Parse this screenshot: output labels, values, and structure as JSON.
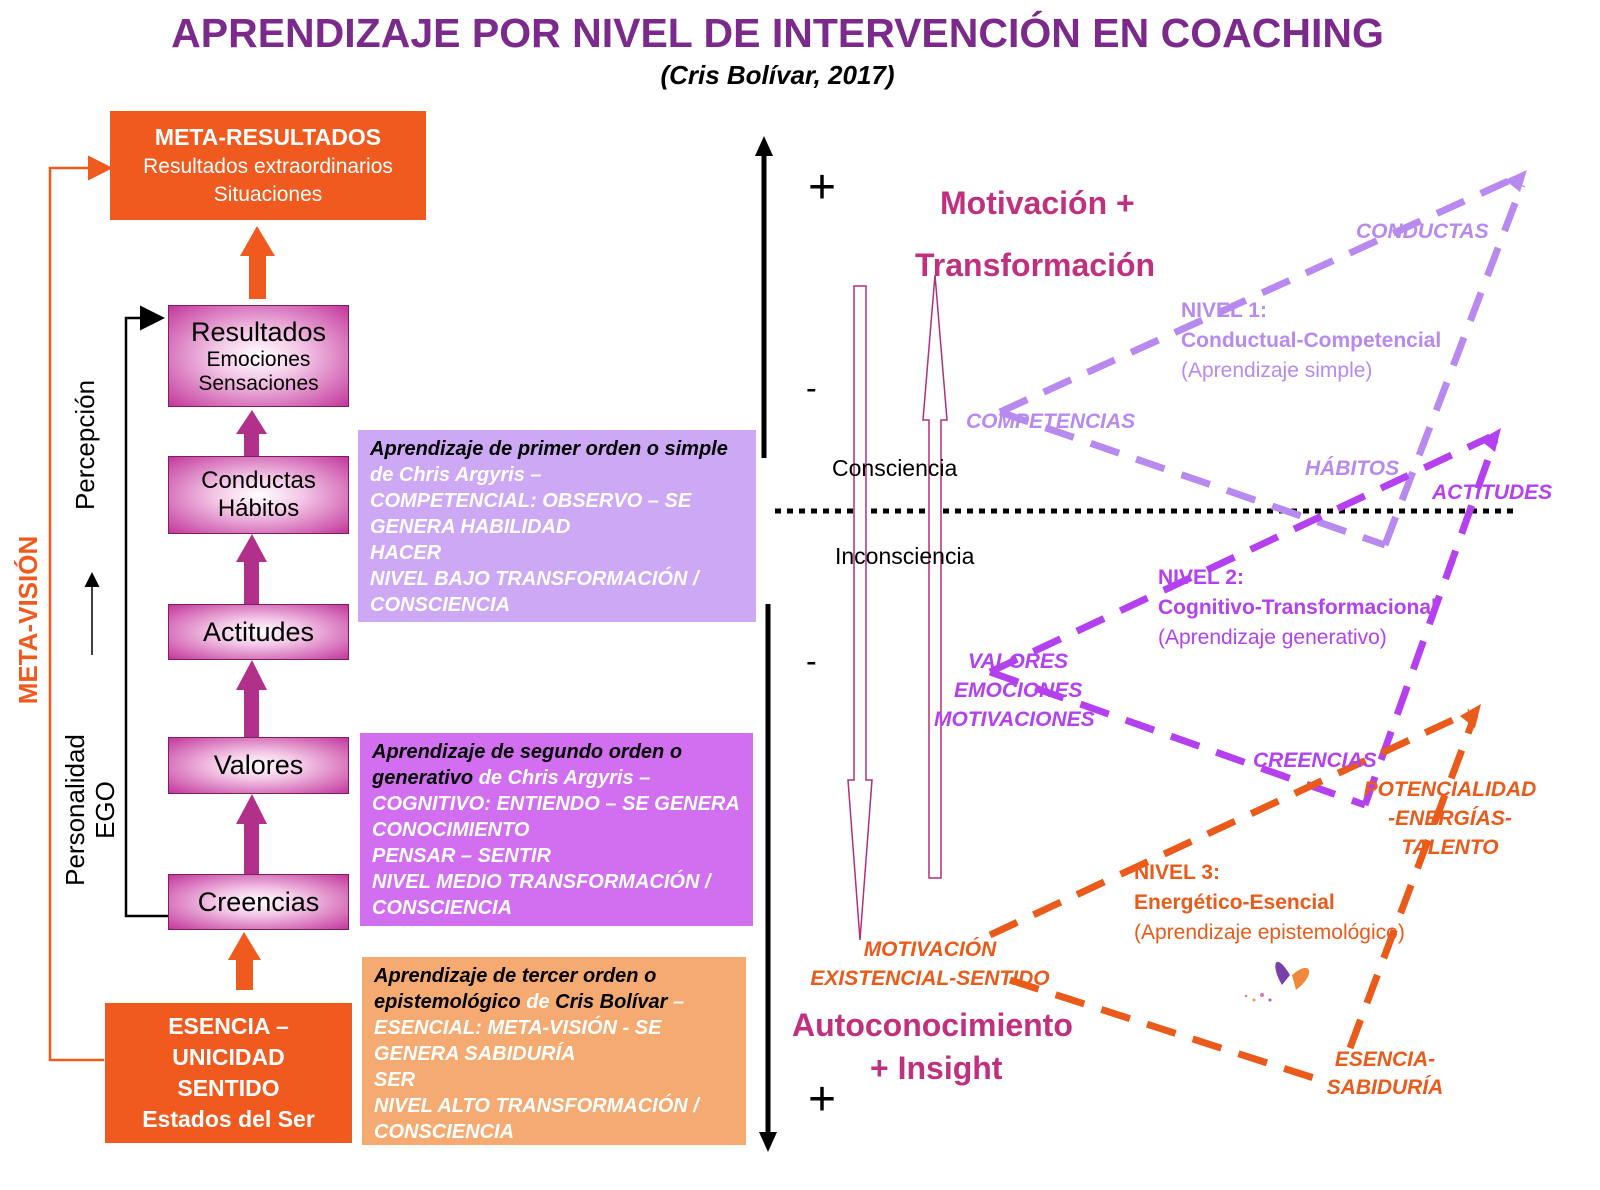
{
  "title": "APRENDIZAJE POR NIVEL DE INTERVENCIÓN EN COACHING",
  "subtitle": "(Cris Bolívar, 2017)",
  "meta_resultados": {
    "title": "META-RESULTADOS",
    "line1": "Resultados extraordinarios",
    "line2": "Situaciones"
  },
  "levels": {
    "resultados": {
      "title": "Resultados",
      "line1": "Emociones",
      "line2": "Sensaciones"
    },
    "conductas": {
      "line1": "Conductas",
      "line2": "Hábitos"
    },
    "actitudes": "Actitudes",
    "valores": "Valores",
    "creencias": "Creencias"
  },
  "esencia": {
    "line1": "ESENCIA –",
    "line2": "UNICIDAD",
    "line3": "SENTIDO",
    "line4": "Estados del Ser"
  },
  "side_labels": {
    "meta_vision": "META-VISIÓN",
    "percepcion": "Percepción",
    "personalidad": "Personalidad",
    "ego": "EGO"
  },
  "info_boxes": [
    {
      "head": "Aprendizaje de primer orden o simple",
      "mid": " de Chris Argyris –",
      "lines": [
        "COMPETENCIAL: OBSERVO – SE GENERA HABILIDAD",
        "HACER",
        "NIVEL BAJO TRANSFORMACIÓN / CONSCIENCIA"
      ],
      "color": "#cda8f5"
    },
    {
      "head": "Aprendizaje de segundo orden o generativo",
      "mid": " de Chris Argyris –",
      "lines": [
        "COGNITIVO: ENTIENDO – SE GENERA CONOCIMIENTO",
        "PENSAR – SENTIR",
        "NIVEL MEDIO TRANSFORMACIÓN / CONSCIENCIA"
      ],
      "color": "#d26ef0"
    },
    {
      "head": "Aprendizaje de tercer orden o epistemológico",
      "mid": " de ",
      "author": "Cris Bolívar",
      "dash": " –",
      "lines": [
        "ESENCIAL: META-VISIÓN - SE GENERA SABIDURÍA",
        "SER",
        "NIVEL ALTO TRANSFORMACIÓN / CONSCIENCIA"
      ],
      "color": "#f4aa70"
    }
  ],
  "signs": {
    "plus_top": "+",
    "minus_1": "-",
    "minus_2": "-",
    "plus_bottom": "+"
  },
  "motivacion": {
    "line1": "Motivación +",
    "line2": "Transformación"
  },
  "autoconocimiento": {
    "line1": "Autoconocimiento",
    "line2": "+ Insight"
  },
  "consciencia": "Consciencia",
  "inconsciencia": "Inconsciencia",
  "nivel1": {
    "title": "NIVEL 1:",
    "name": "Conductual-Competencial",
    "sub": "(Aprendizaje simple)",
    "color": "#b88af0",
    "tags": [
      "CONDUCTAS",
      "COMPETENCIAS",
      "HÁBITOS"
    ]
  },
  "nivel2": {
    "title": "NIVEL 2:",
    "name": "Cognitivo-Transformacional",
    "sub": "(Aprendizaje generativo)",
    "color": "#b440f0",
    "tags": [
      "ACTITUDES",
      "VALORES",
      "EMOCIONES",
      "MOTIVACIONES",
      "CREENCIAS"
    ]
  },
  "nivel3": {
    "title": "NIVEL 3:",
    "name": "Energético-Esencial",
    "sub": "(Aprendizaje epistemológico)",
    "color": "#ea5a1a",
    "tags": [
      "POTENCIALIDAD",
      "-ENERGÍAS-",
      "TALENTO",
      "MOTIVACIÓN",
      "EXISTENCIAL-SENTIDO",
      "ESENCIA-",
      "SABIDURÍA"
    ]
  }
}
